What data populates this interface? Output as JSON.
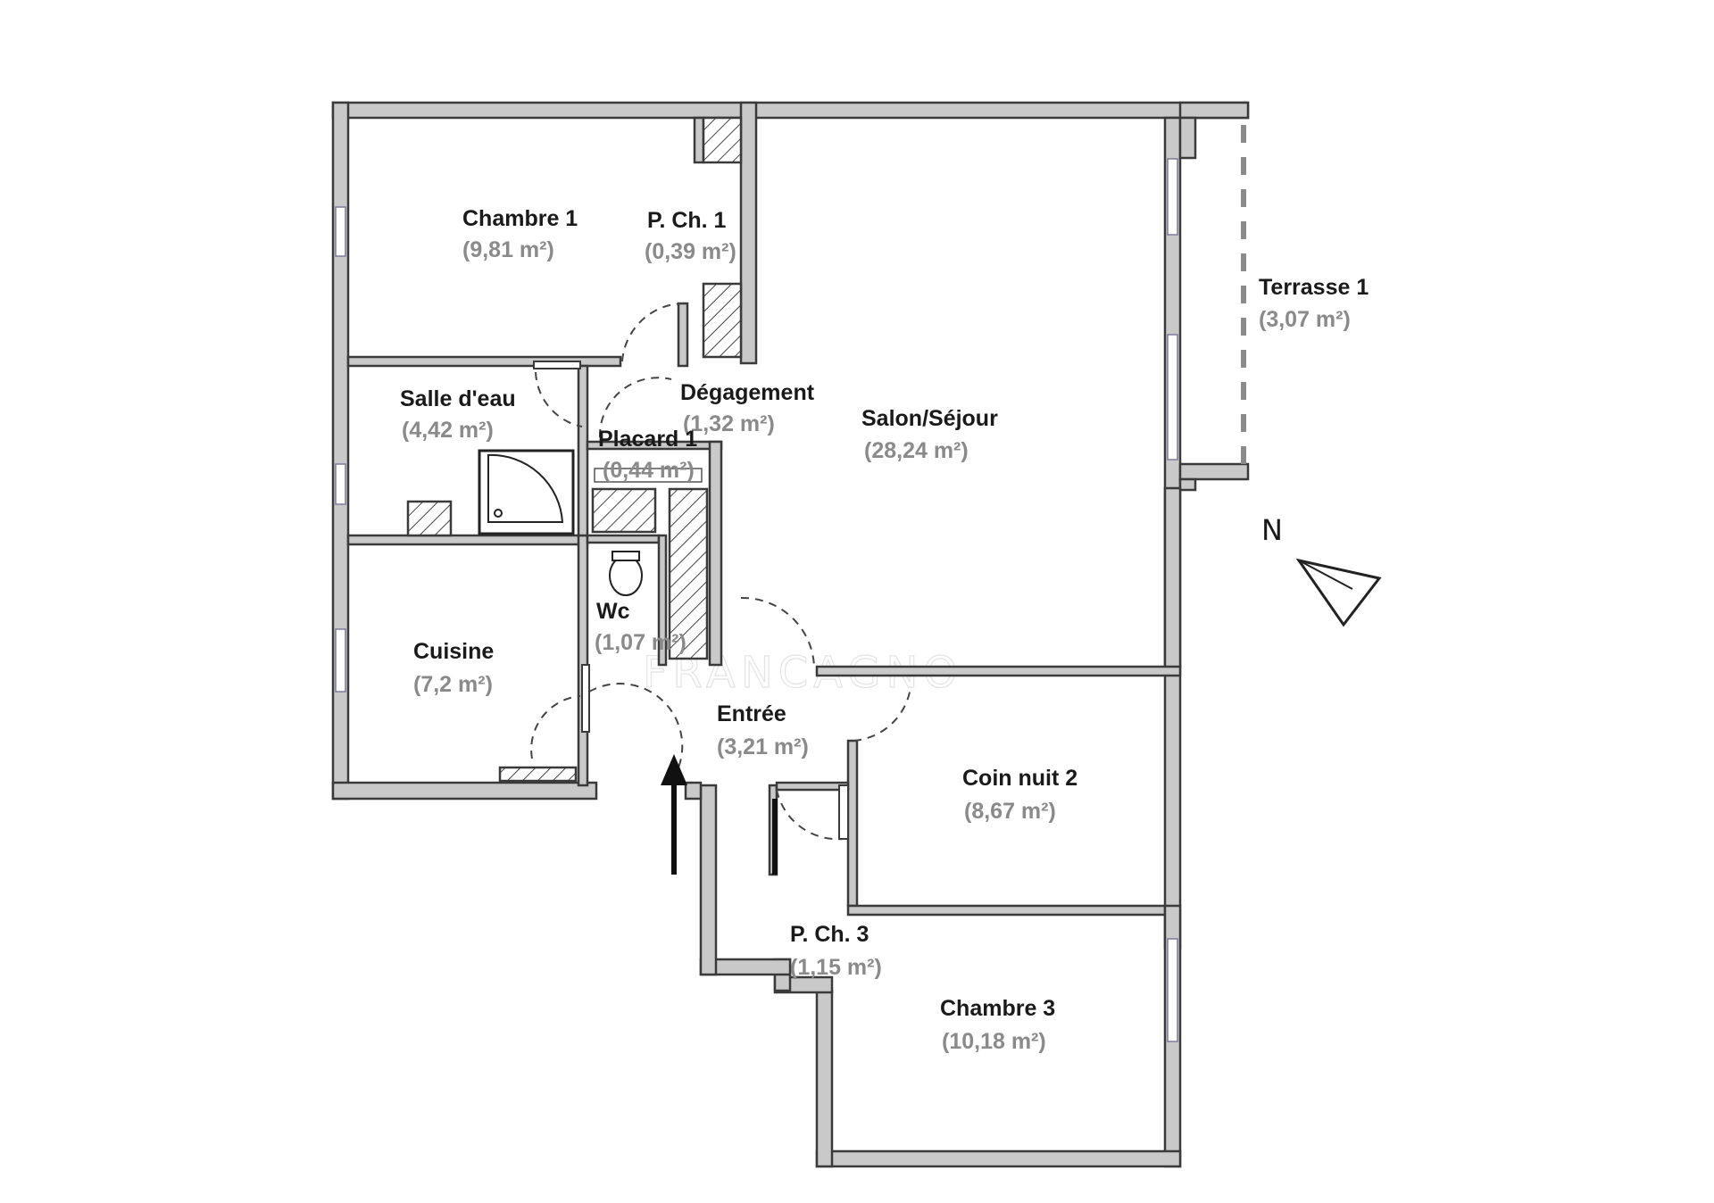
{
  "watermark": "FRANCAGNO",
  "compass": {
    "label": "N"
  },
  "rooms": {
    "chambre1": {
      "name": "Chambre 1",
      "area": "(9,81 m²)"
    },
    "pch1": {
      "name": "P. Ch. 1",
      "area": "(0,39 m²)"
    },
    "salle_eau": {
      "name": "Salle d'eau",
      "area": "(4,42 m²)"
    },
    "degagement": {
      "name": "Dégagement",
      "area": "(1,32 m²)"
    },
    "placard1": {
      "name": "Placard 1",
      "area": "(0,44 m²)"
    },
    "salon": {
      "name": "Salon/Séjour",
      "area": "(28,24 m²)"
    },
    "terrasse1": {
      "name": "Terrasse 1",
      "area": "(3,07 m²)"
    },
    "wc": {
      "name": "Wc",
      "area": "(1,07 m²)"
    },
    "cuisine": {
      "name": "Cuisine",
      "area": "(7,2 m²)"
    },
    "entree": {
      "name": "Entrée",
      "area": "(3,21 m²)"
    },
    "coin_nuit2": {
      "name": "Coin nuit 2",
      "area": "(8,67 m²)"
    },
    "pch3": {
      "name": "P. Ch. 3",
      "area": "(1,15 m²)"
    },
    "chambre3": {
      "name": "Chambre 3",
      "area": "(10,18 m²)"
    }
  }
}
